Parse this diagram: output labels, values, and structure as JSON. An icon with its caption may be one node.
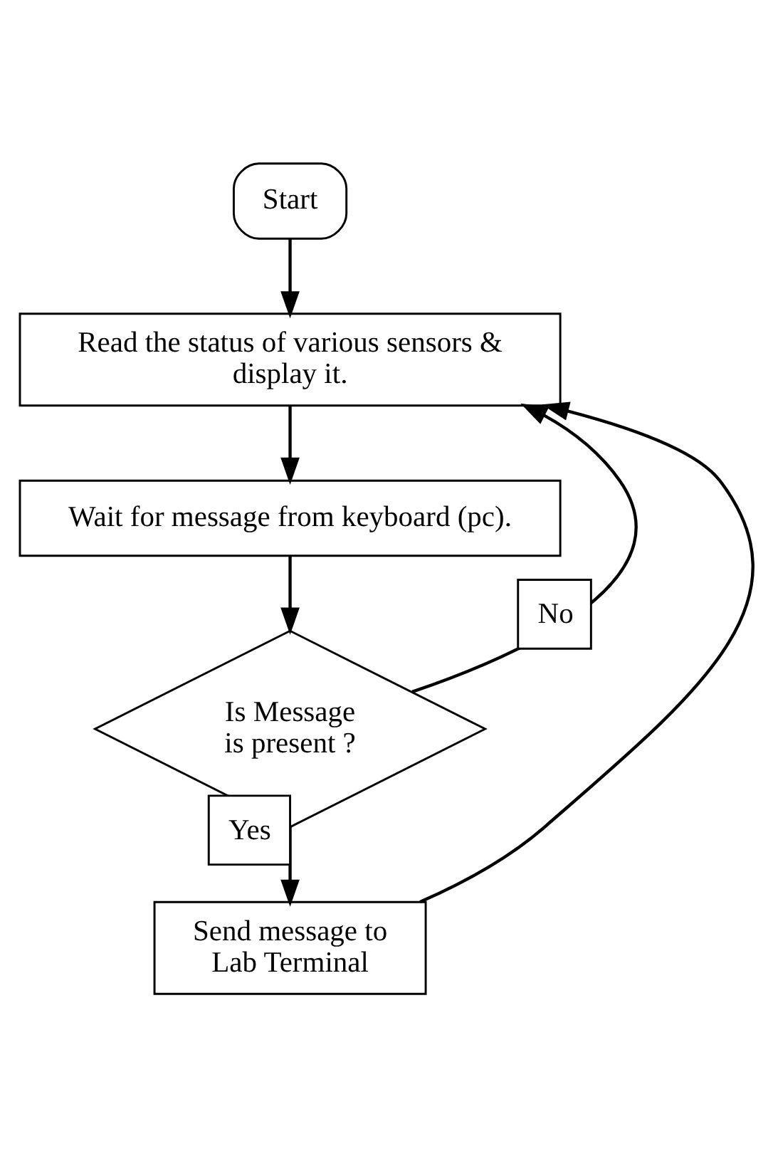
{
  "diagram": {
    "nodes": [
      {
        "text": [
          "Start"
        ]
      },
      {
        "text": [
          "Read the status of various sensors & display it."
        ]
      },
      {
        "text": [
          "Wait for message from keyboard (pc)."
        ]
      },
      {
        "text": [
          "Is Message is present ?"
        ]
      },
      {
        "text": [
          "Send message to Lab Terminal"
        ]
      }
    ],
    "edges": [
      {
        "from": 0,
        "to": 1,
        "arrow": "to"
      },
      {
        "from": 1,
        "to": 2,
        "arrow": "to"
      },
      {
        "from": 2,
        "to": 3,
        "arrow": "to"
      },
      {
        "from": 3,
        "to": 4,
        "arrow": "to",
        "label": "Yes"
      },
      {
        "from": 3,
        "to": 1,
        "arrow": "to",
        "label": "No"
      },
      {
        "from": 4,
        "to": 1,
        "arrow": "to"
      }
    ]
  }
}
